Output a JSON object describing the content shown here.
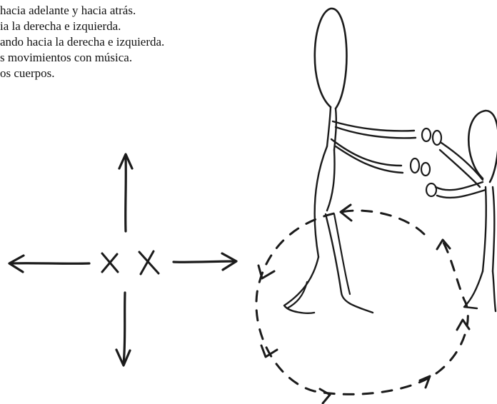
{
  "instructions": [
    "hacia adelante y hacia atrás.",
    "ia la derecha e izquierda.",
    "ando hacia la derecha e izquierda.",
    "s movimientos con música.",
    "os cuerpos."
  ],
  "compass": {
    "marks": "x x"
  },
  "colors": {
    "ink": "#1b1b1b",
    "background": "#ffffff"
  }
}
